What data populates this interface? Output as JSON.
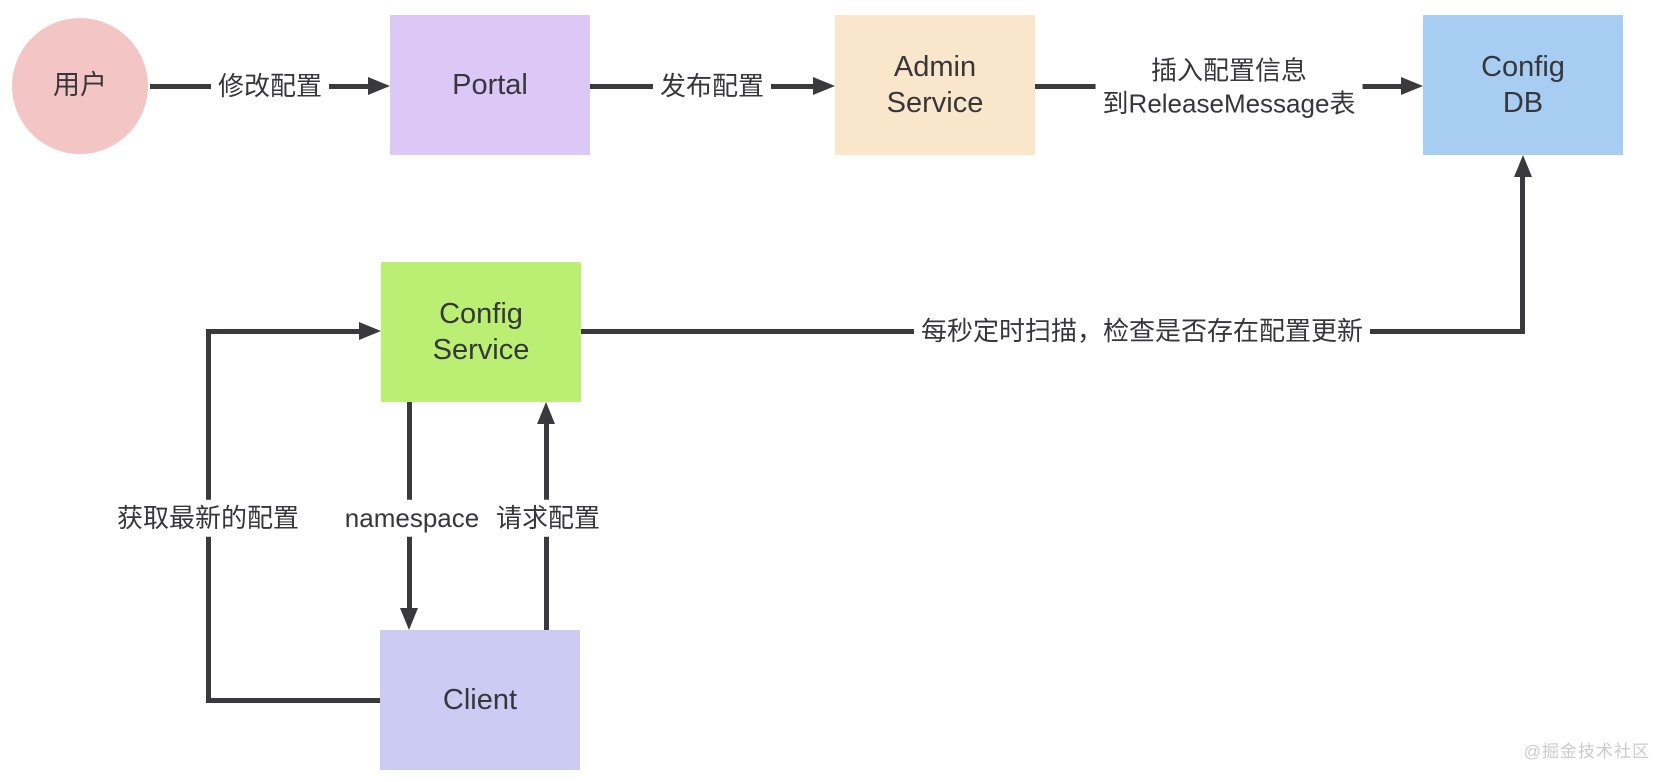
{
  "diagram": {
    "background": "#ffffff",
    "line_color": "#3a3a3c",
    "text_color": "#37373b",
    "watermark": {
      "text": "@掘金技术社区",
      "color": "#cbcbcb"
    },
    "nodes": {
      "user": {
        "label": "用户",
        "shape": "circle",
        "fill": "#f3c6c5"
      },
      "portal": {
        "label": "Portal",
        "shape": "rect",
        "fill": "#dcc8f7"
      },
      "admin_service": {
        "label": "Admin\nService",
        "shape": "rect",
        "fill": "#fae6cb"
      },
      "config_db": {
        "label": "Config\nDB",
        "shape": "rect",
        "fill": "#a7cef2"
      },
      "config_service": {
        "label": "Config\nService",
        "shape": "rect",
        "fill": "#baef74"
      },
      "client": {
        "label": "Client",
        "shape": "rect",
        "fill": "#cbcbf4"
      }
    },
    "edges": {
      "modify_config": {
        "from": "user",
        "to": "portal",
        "label": "修改配置"
      },
      "publish_config": {
        "from": "portal",
        "to": "admin_service",
        "label": "发布配置"
      },
      "insert_release_message": {
        "from": "admin_service",
        "to": "config_db",
        "label": "插入配置信息\n到ReleaseMessage表"
      },
      "scan_db": {
        "from": "config_service",
        "to": "config_db",
        "label": "每秒定时扫描，检查是否存在配置更新"
      },
      "fetch_latest_config": {
        "from": "client",
        "to": "config_service",
        "label": "获取最新的配置"
      },
      "namespace": {
        "from": "config_service",
        "to": "client",
        "label": "namespace"
      },
      "request_config": {
        "from": "client",
        "to": "config_service",
        "label": "请求配置"
      }
    }
  }
}
